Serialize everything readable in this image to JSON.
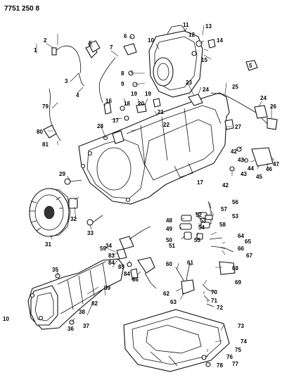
{
  "header": {
    "code": "7751 250 8"
  },
  "callouts": [
    {
      "id": "c1",
      "text": "1"
    },
    {
      "id": "c2",
      "text": "2"
    },
    {
      "id": "c3",
      "text": "3"
    },
    {
      "id": "c4",
      "text": "4"
    },
    {
      "id": "c5a",
      "text": "5"
    },
    {
      "id": "c5b",
      "text": "5"
    },
    {
      "id": "c6",
      "text": "6"
    },
    {
      "id": "c7",
      "text": "7"
    },
    {
      "id": "c8",
      "text": "8"
    },
    {
      "id": "c9",
      "text": "9"
    },
    {
      "id": "c10a",
      "text": "10"
    },
    {
      "id": "c10b",
      "text": "10"
    },
    {
      "id": "c11",
      "text": "11"
    },
    {
      "id": "c12",
      "text": "12"
    },
    {
      "id": "c13",
      "text": "13"
    },
    {
      "id": "c14",
      "text": "14"
    },
    {
      "id": "c15",
      "text": "15"
    },
    {
      "id": "c16",
      "text": "16"
    },
    {
      "id": "c17a",
      "text": "17"
    },
    {
      "id": "c17b",
      "text": "17"
    },
    {
      "id": "c18",
      "text": "18"
    },
    {
      "id": "c19",
      "text": "19"
    },
    {
      "id": "c19b",
      "text": "19"
    },
    {
      "id": "c20",
      "text": "20"
    },
    {
      "id": "c21",
      "text": "21"
    },
    {
      "id": "c22",
      "text": "22"
    },
    {
      "id": "c23",
      "text": "23"
    },
    {
      "id": "c24a",
      "text": "24"
    },
    {
      "id": "c24b",
      "text": "24"
    },
    {
      "id": "c25",
      "text": "25"
    },
    {
      "id": "c26",
      "text": "26"
    },
    {
      "id": "c27",
      "text": "27"
    },
    {
      "id": "c28",
      "text": "28"
    },
    {
      "id": "c29",
      "text": "29"
    },
    {
      "id": "c31",
      "text": "31"
    },
    {
      "id": "c32",
      "text": "32"
    },
    {
      "id": "c33",
      "text": "33"
    },
    {
      "id": "c34",
      "text": "34"
    },
    {
      "id": "c35",
      "text": "35"
    },
    {
      "id": "c36",
      "text": "36"
    },
    {
      "id": "c37",
      "text": "37"
    },
    {
      "id": "c38",
      "text": "38"
    },
    {
      "id": "c39",
      "text": "39"
    },
    {
      "id": "c42a",
      "text": "42"
    },
    {
      "id": "c42b",
      "text": "42"
    },
    {
      "id": "c43a",
      "text": "43"
    },
    {
      "id": "c43b",
      "text": "43"
    },
    {
      "id": "c44",
      "text": "44"
    },
    {
      "id": "c45",
      "text": "45"
    },
    {
      "id": "c46",
      "text": "46"
    },
    {
      "id": "c47",
      "text": "47"
    },
    {
      "id": "c48",
      "text": "48"
    },
    {
      "id": "c49",
      "text": "49"
    },
    {
      "id": "c50",
      "text": "50"
    },
    {
      "id": "c51",
      "text": "51"
    },
    {
      "id": "c52",
      "text": "52"
    },
    {
      "id": "c53a",
      "text": "53"
    },
    {
      "id": "c53b",
      "text": "53"
    },
    {
      "id": "c54",
      "text": "54"
    },
    {
      "id": "c55",
      "text": "55"
    },
    {
      "id": "c56",
      "text": "56"
    },
    {
      "id": "c57",
      "text": "57"
    },
    {
      "id": "c58",
      "text": "58"
    },
    {
      "id": "c59",
      "text": "59"
    },
    {
      "id": "c60",
      "text": "60"
    },
    {
      "id": "c61",
      "text": "61"
    },
    {
      "id": "c62",
      "text": "62"
    },
    {
      "id": "c63",
      "text": "63"
    },
    {
      "id": "c64",
      "text": "64"
    },
    {
      "id": "c65",
      "text": "65"
    },
    {
      "id": "c66",
      "text": "66"
    },
    {
      "id": "c67",
      "text": "67"
    },
    {
      "id": "c68",
      "text": "68"
    },
    {
      "id": "c69",
      "text": "69"
    },
    {
      "id": "c70",
      "text": "70"
    },
    {
      "id": "c71",
      "text": "71"
    },
    {
      "id": "c72",
      "text": "72"
    },
    {
      "id": "c73",
      "text": "73"
    },
    {
      "id": "c74",
      "text": "74"
    },
    {
      "id": "c75",
      "text": "75"
    },
    {
      "id": "c76",
      "text": "76"
    },
    {
      "id": "c77",
      "text": "77"
    },
    {
      "id": "c78",
      "text": "78"
    },
    {
      "id": "c79",
      "text": "79"
    },
    {
      "id": "c80",
      "text": "80"
    },
    {
      "id": "c81",
      "text": "81"
    },
    {
      "id": "c82",
      "text": "82"
    },
    {
      "id": "c83",
      "text": "83"
    },
    {
      "id": "c84a",
      "text": "84"
    },
    {
      "id": "c84b",
      "text": "84"
    },
    {
      "id": "c85",
      "text": "85"
    },
    {
      "id": "c86",
      "text": "86"
    }
  ]
}
